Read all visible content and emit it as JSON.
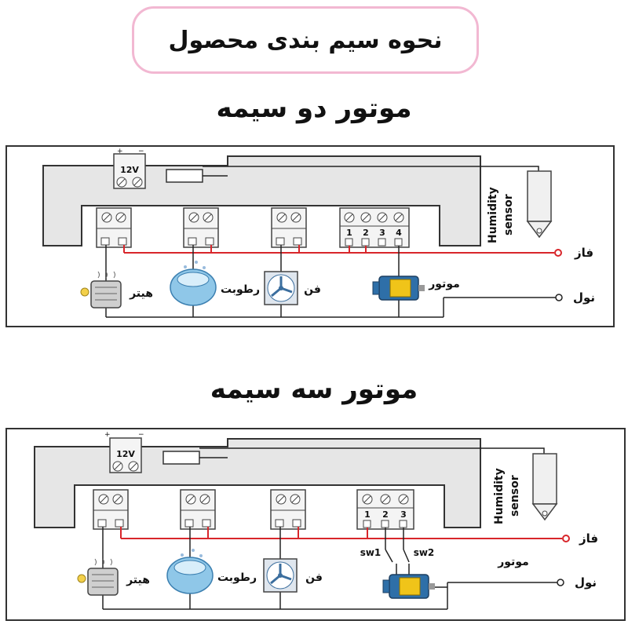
{
  "title": "نحوه سیم بندی محصول",
  "diagrams": [
    {
      "heading": "موتور دو سیمه",
      "psu_label": "12V",
      "sensor_label_line1": "Humidity",
      "sensor_label_line2": "sensor",
      "terminal_numbers": [
        "1",
        "2",
        "3",
        "4"
      ],
      "phase_label": "فاز",
      "neutral_label": "نول",
      "heater_label": "هیتر",
      "humidifier_label": "رطوبت",
      "fan_label": "فن",
      "motor_label": "موتور"
    },
    {
      "heading": "موتور سه سیمه",
      "psu_label": "12V",
      "sensor_label_line1": "Humidity",
      "sensor_label_line2": "sensor",
      "terminal_numbers": [
        "1",
        "2",
        "3"
      ],
      "phase_label": "فاز",
      "neutral_label": "نول",
      "heater_label": "هیتر",
      "humidifier_label": "رطوبت",
      "fan_label": "فن",
      "motor_label": "موتور",
      "switch1_label": "sw1",
      "switch2_label": "sw2"
    }
  ],
  "colors": {
    "phase_wire": "#d8262b",
    "neutral_wire": "#222222",
    "board": "#e6e6e6",
    "frame_border": "#333333",
    "title_border": "#f2b8d2"
  }
}
